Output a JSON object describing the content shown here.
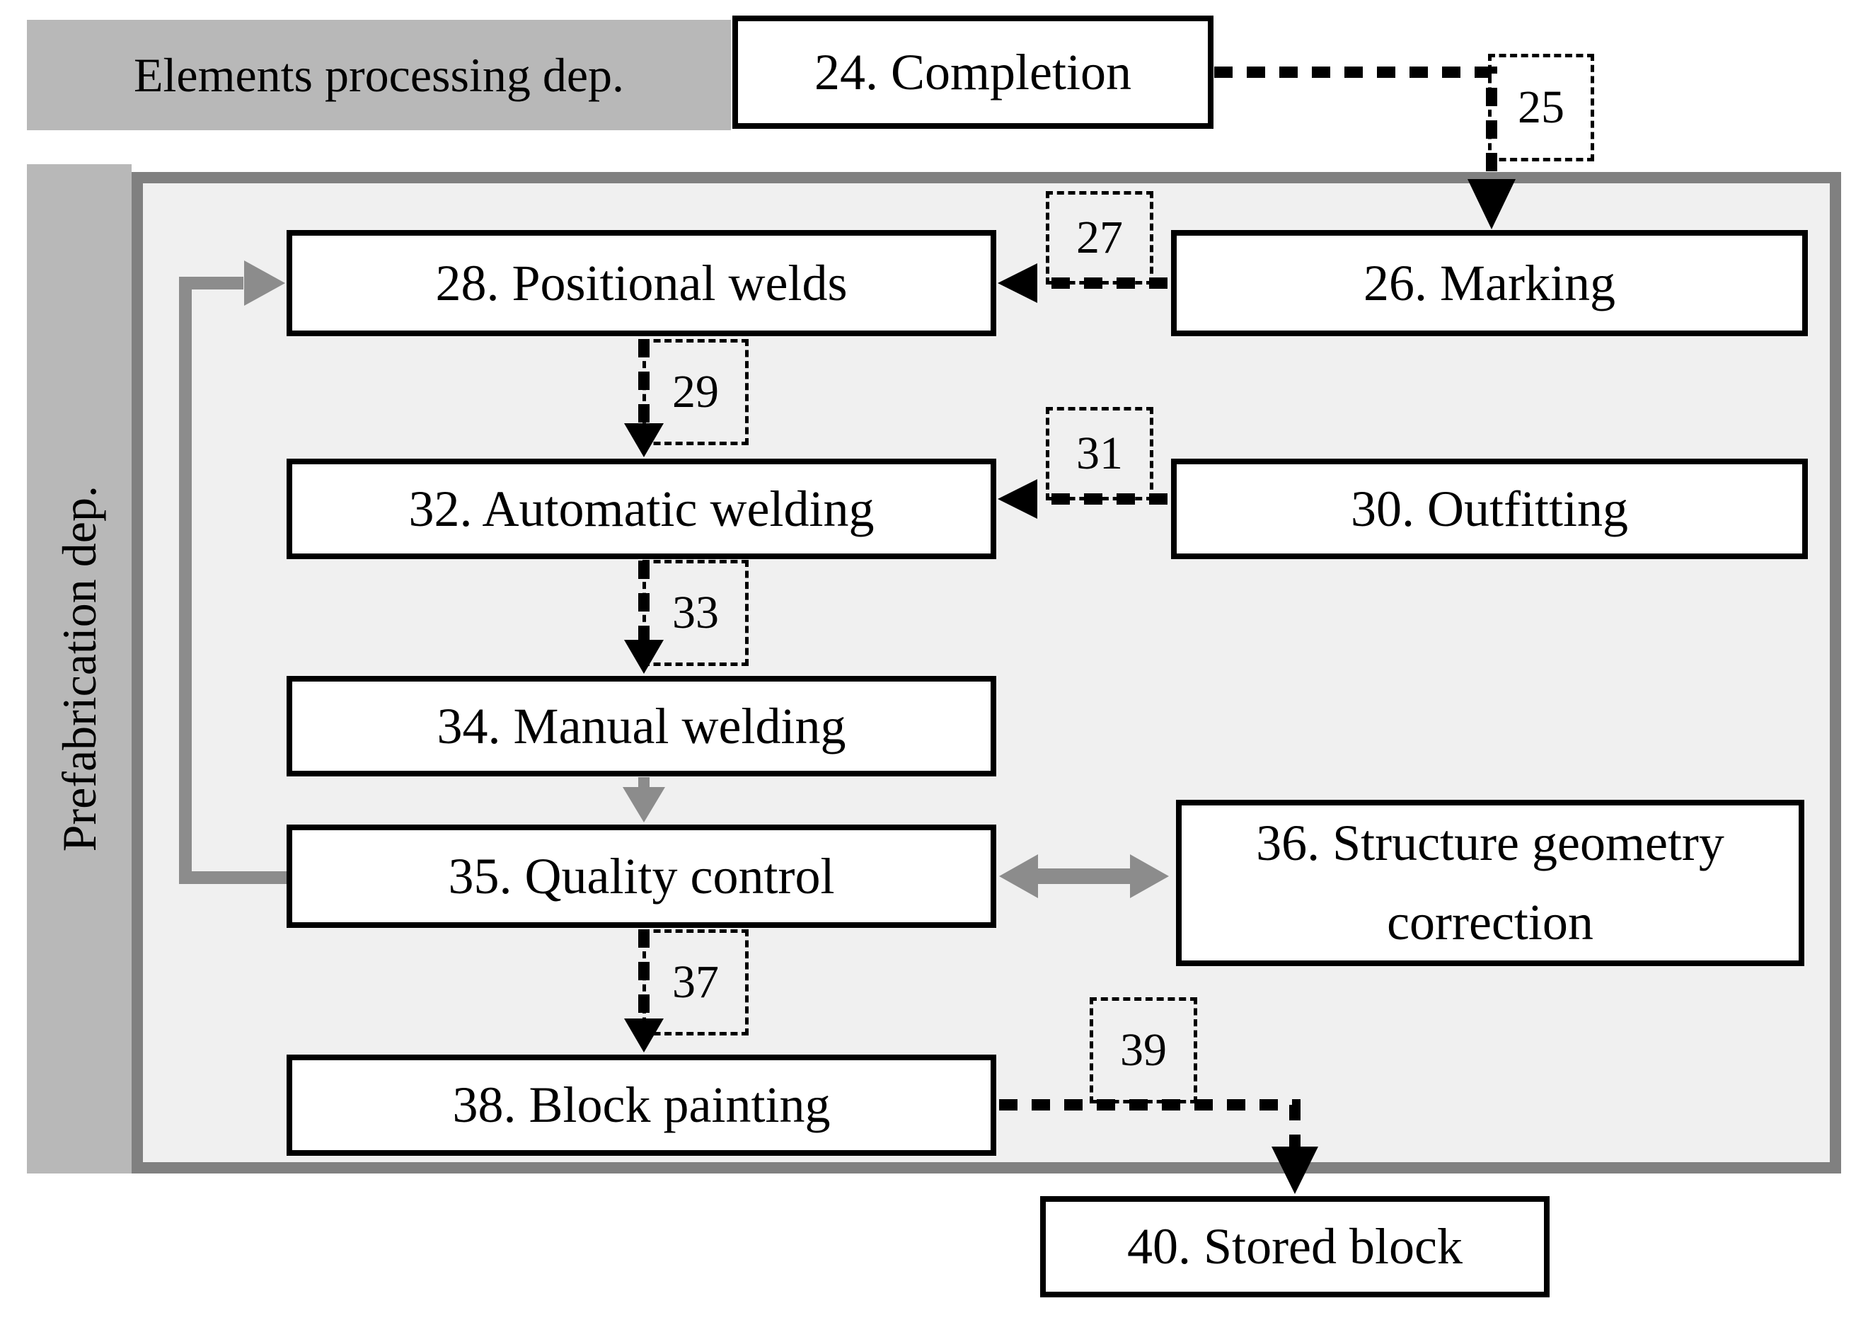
{
  "departments": {
    "elements_processing": "Elements processing dep.",
    "prefabrication": "Prefabrication dep."
  },
  "boxes": {
    "b24": "24. Completion",
    "b26": "26. Marking",
    "b28": "28. Positional welds",
    "b30": "30. Outfitting",
    "b32": "32. Automatic welding",
    "b34": "34. Manual welding",
    "b35": "35. Quality control",
    "b36": "36. Structure geometry correction",
    "b38": "38. Block painting",
    "b40": "40. Stored block"
  },
  "flow_labels": {
    "f25": "25",
    "f27": "27",
    "f29": "29",
    "f31": "31",
    "f33": "33",
    "f37": "37",
    "f39": "39"
  },
  "edges": [
    {
      "from": "24. Completion",
      "to": "26. Marking",
      "label": "25",
      "style": "dashed-black"
    },
    {
      "from": "26. Marking",
      "to": "28. Positional welds",
      "label": "27",
      "style": "dashed-black"
    },
    {
      "from": "28. Positional welds",
      "to": "32. Automatic welding",
      "label": "29",
      "style": "dashed-black"
    },
    {
      "from": "30. Outfitting",
      "to": "32. Automatic welding",
      "label": "31",
      "style": "dashed-black"
    },
    {
      "from": "32. Automatic welding",
      "to": "34. Manual welding",
      "label": "33",
      "style": "dashed-black"
    },
    {
      "from": "34. Manual welding",
      "to": "35. Quality control",
      "label": "",
      "style": "solid-gray"
    },
    {
      "from": "35. Quality control",
      "to": "36. Structure geometry correction",
      "label": "",
      "style": "solid-gray-bidirectional"
    },
    {
      "from": "35. Quality control",
      "to": "28. Positional welds",
      "label": "",
      "style": "solid-gray-feedback-loop"
    },
    {
      "from": "35. Quality control",
      "to": "38. Block painting",
      "label": "37",
      "style": "dashed-black"
    },
    {
      "from": "38. Block painting",
      "to": "40. Stored block",
      "label": "39",
      "style": "dashed-black"
    }
  ],
  "colors": {
    "department_fill": "#b8b8b8",
    "container_fill": "#f0f0f0",
    "container_border": "#808080",
    "arrow_gray": "#8c8c8c",
    "line_black": "#000000",
    "box_fill": "#ffffff"
  }
}
